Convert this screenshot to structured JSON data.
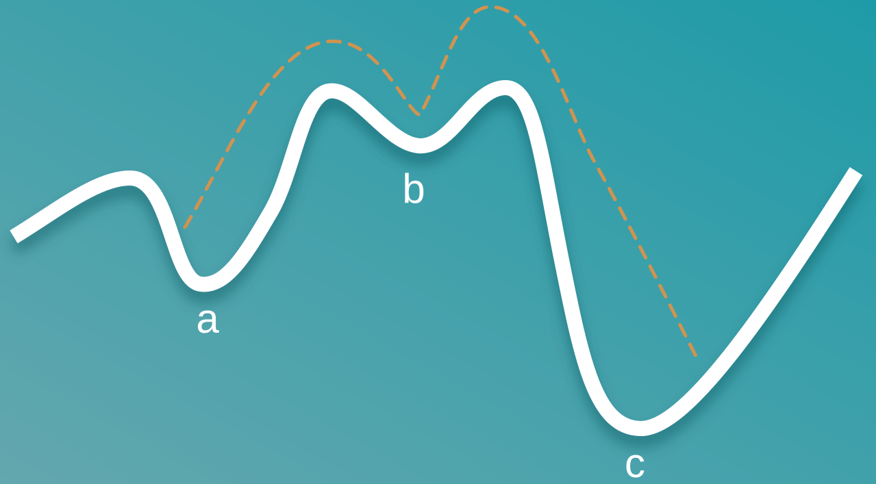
{
  "colors": {
    "background_light": "#64A7AE",
    "background_dark": "#1E9BA8",
    "main_curve": "#FFFFFF",
    "dashed_curve": "#D1934F",
    "label_text": "#FFFFFF"
  },
  "labels": {
    "a": "a",
    "b": "b",
    "c": "c"
  }
}
